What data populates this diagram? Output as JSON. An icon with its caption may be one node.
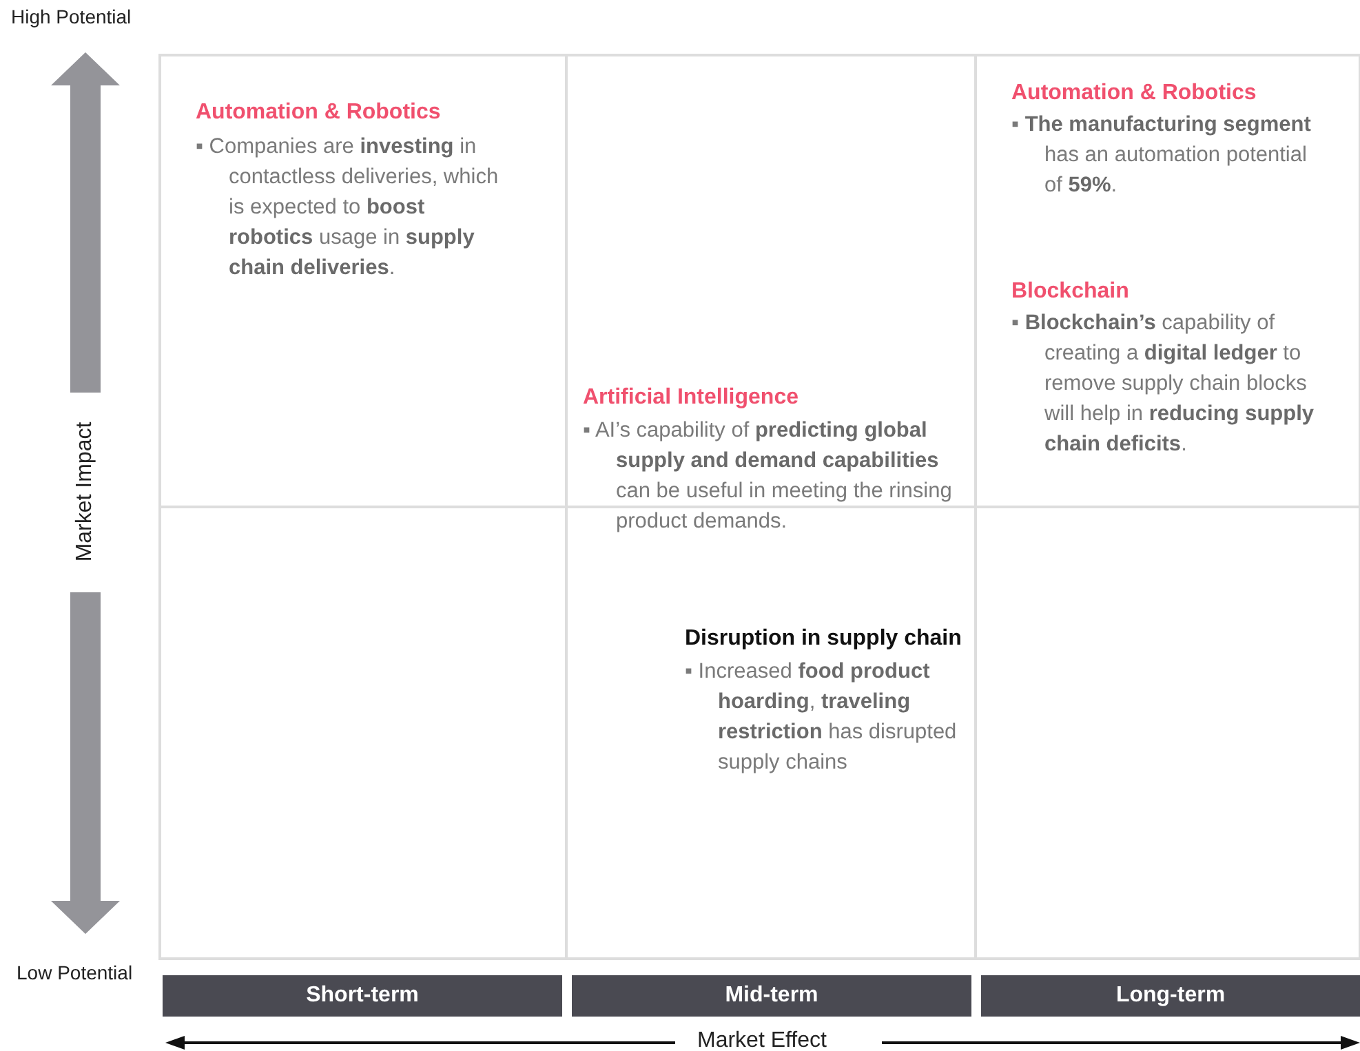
{
  "diagram": {
    "nodes": [
      {
        "text": [
          "Short-term"
        ]
      },
      {
        "text": [
          "Mid-term"
        ]
      },
      {
        "text": [
          "Long-term"
        ]
      }
    ],
    "labels": [
      "High Potential",
      "Market Impact",
      "Low Potential",
      "Automation & Robotics",
      "▪ Companies are **investing** in contactless deliveries, which is expected to **boost robotics** usage in **supply chain deliveries**.",
      "Automation & Robotics",
      "▪ **The manufacturing segment** has an automation potential of **59%**.",
      "Blockchain",
      "▪ **Blockchain’s** capability of creating a **digital ledger** to remove supply chain blocks will help in **reducing supply chain deficits**.",
      "Artificial Intelligence",
      "▪ AI’s capability of **predicting global supply and demand capabilities** can be useful in meeting the rinsing product demands.",
      "Disruption in supply chain",
      "▪ Increased **food product hoarding**, **traveling restriction** has disrupted supply chains",
      "Market Effect"
    ]
  }
}
